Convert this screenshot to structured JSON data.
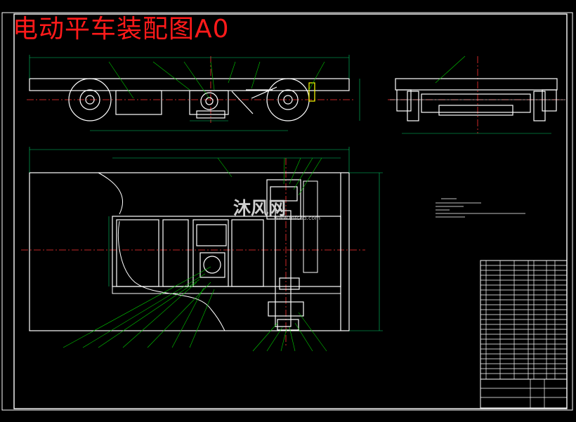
{
  "drawing": {
    "title": "电动平车装配图A0",
    "colors": {
      "background": "#000000",
      "title": "#ff1a1a",
      "frame": "#ffffff",
      "leader": "#00cc00",
      "centerline": "#ff3333",
      "dimension": "#00cc66",
      "notes": "#ffffff",
      "accent": "#ffff00"
    }
  },
  "watermark": {
    "brand": "沐风网",
    "url": "www.mfcad.com"
  }
}
